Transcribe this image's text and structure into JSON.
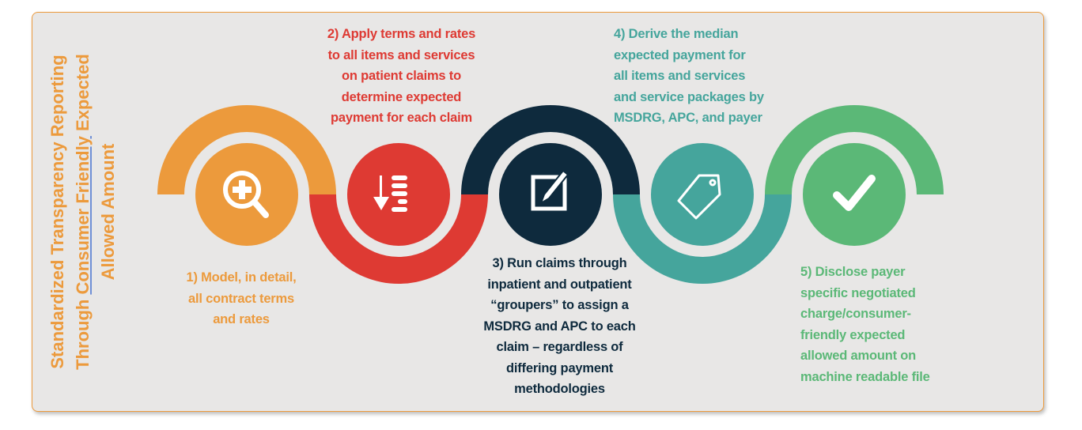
{
  "title": {
    "line1": "Standardized Transparency Reporting",
    "line2_a": "Through ",
    "line2_b": "Consumer Friendly",
    "line2_c": " Expected",
    "line3": "Allowed Amount"
  },
  "colors": {
    "orange": "#ec9a3c",
    "red": "#de3a33",
    "navy": "#0e2a3d",
    "teal": "#45a59c",
    "green": "#5bb877"
  },
  "steps": [
    {
      "icon": "magnify-plus-icon",
      "lines": [
        "1) Model, in detail,",
        "all contract terms",
        "and rates"
      ]
    },
    {
      "icon": "sort-down-list-icon",
      "lines": [
        "2) Apply terms and rates",
        "to all items and services",
        "on patient claims to",
        "determine expected",
        "payment for each claim"
      ]
    },
    {
      "icon": "edit-square-icon",
      "lines": [
        "3) Run claims through",
        "inpatient and outpatient",
        "“groupers” to assign a",
        "MSDRG and APC to each",
        "claim – regardless of",
        "differing payment",
        "methodologies"
      ]
    },
    {
      "icon": "price-tag-icon",
      "lines": [
        "4) Derive the median",
        "expected payment for",
        "all items and services",
        "and service packages by",
        "MSDRG, APC, and payer"
      ]
    },
    {
      "icon": "checkmark-icon",
      "lines": [
        "5) Disclose payer",
        "specific negotiated",
        "charge/consumer-",
        "friendly expected",
        "allowed amount on",
        "machine readable file"
      ]
    }
  ]
}
